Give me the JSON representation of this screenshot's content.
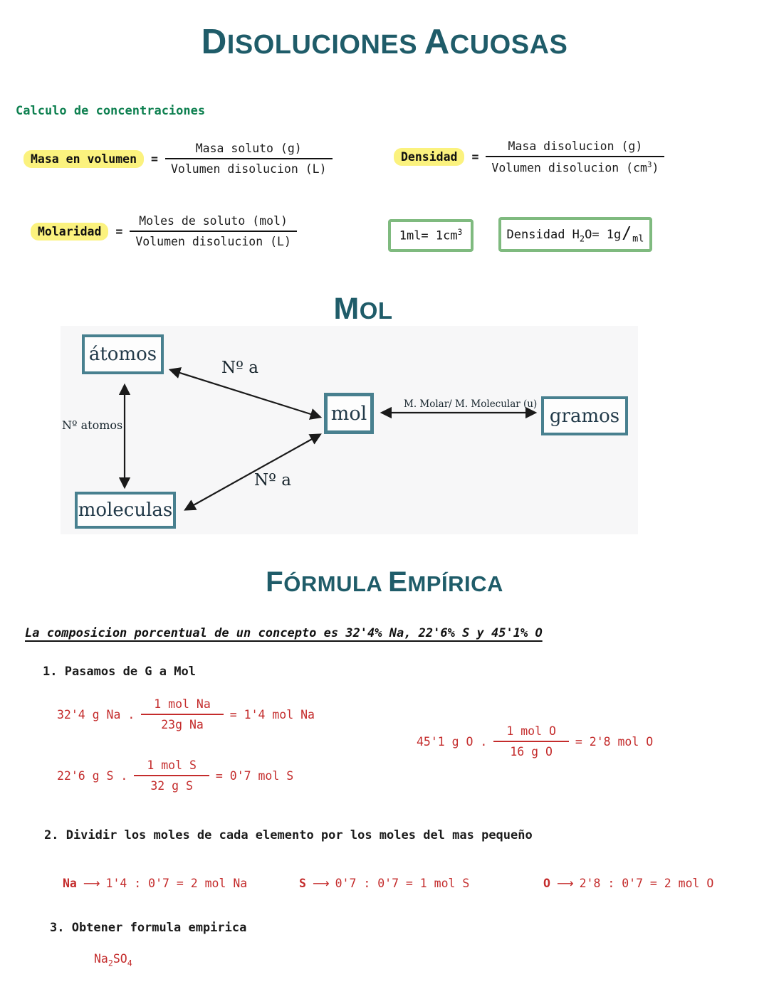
{
  "page": {
    "title": "DISOLUCIONES ACUOSAS",
    "colors": {
      "heading_teal": "#1f5c69",
      "section_green": "#0e8050",
      "calc_red": "#c42c2c",
      "highlight_yellow": "#fbf27e",
      "note_border_green": "#7fba7f",
      "diagram_border_teal": "#48808f"
    }
  },
  "concentraciones": {
    "heading": "Calculo de concentraciones",
    "formulas": [
      {
        "label": "Masa en volumen",
        "eq": "=",
        "num": "Masa soluto (g)",
        "den": "Volumen disolucion (L)"
      },
      {
        "label": "Densidad",
        "eq": "=",
        "num": "Masa disolucion (g)",
        "den_main": "Volumen disolucion (cm",
        "den_sup": "3",
        "den_close": ")"
      },
      {
        "label": "Molaridad",
        "eq": "=",
        "num": "Moles de soluto (mol)",
        "den": "Volumen disolucion (L)"
      }
    ],
    "note_boxes": [
      {
        "main": "1ml= 1cm",
        "sup": "3"
      },
      {
        "pre": "Densidad H",
        "sub": "2",
        "mid": "O= 1g",
        "slash": "/",
        "unit": "ml"
      }
    ]
  },
  "mol_section": {
    "title": "MOL",
    "boxes": {
      "atomos": "átomos",
      "mol": "mol",
      "gramos": "gramos",
      "moleculas": "moleculas"
    },
    "labels": {
      "n_a_top": "Nº a",
      "n_a_bottom": "Nº a",
      "n_atomos": "Nº atomos",
      "molar": "M. Molar/ M. Molecular (u)"
    }
  },
  "empirica": {
    "title": "FÓRMULA EMPÍRICA",
    "statement": "La composicion porcentual de un concepto es 32'4% Na, 22'6% S y 45'1% O",
    "step1": {
      "label": "1.  Pasamos de G a Mol",
      "calcs": [
        {
          "left": "32'4 g Na .",
          "num": "1 mol Na",
          "den": "23g Na",
          "result": "= 1'4 mol Na"
        },
        {
          "left": "45'1 g O .",
          "num": "1 mol O",
          "den": "16 g O",
          "result": "= 2'8 mol O"
        },
        {
          "left": "22'6 g S .",
          "num": "1 mol S",
          "den": "32 g S",
          "result": "= 0'7 mol S"
        }
      ]
    },
    "step2": {
      "label": "2. Dividir los moles de cada elemento por los moles del mas pequeño",
      "items": [
        {
          "element": "Na",
          "arrow": "⟶",
          "text": "1'4 : 0'7 = 2 mol Na"
        },
        {
          "element": "S",
          "arrow": "⟶",
          "text": "0'7 : 0'7 = 1 mol S"
        },
        {
          "element": "O",
          "arrow": "⟶",
          "text": "2'8 : 0'7 = 2 mol O"
        }
      ]
    },
    "step3": {
      "label": "3. Obtener formula empirica",
      "formula": {
        "p1": "Na",
        "s1": "2",
        "p2": "SO",
        "s2": "4"
      }
    }
  }
}
